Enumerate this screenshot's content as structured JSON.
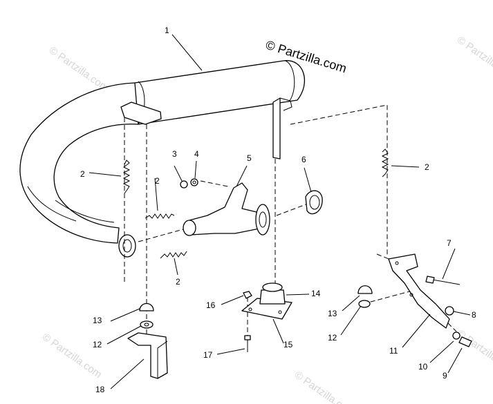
{
  "brand": {
    "text": "© Partzilla.com"
  },
  "watermarks": [
    "© Partzilla.com",
    "© Partzilla.com",
    "© Partzilla.com",
    "© Partzilla.com",
    "© Partzilla.com"
  ],
  "callouts": {
    "n1": "1",
    "n2a": "2",
    "n2b": "2",
    "n2c": "2",
    "n2d": "2",
    "n3": "3",
    "n4": "4",
    "n5": "5",
    "n6": "6",
    "n7": "7",
    "n8": "8",
    "n9": "9",
    "n10": "10",
    "n11": "11",
    "n12a": "12",
    "n12b": "12",
    "n13a": "13",
    "n13b": "13",
    "n14": "14",
    "n15": "15",
    "n16": "16",
    "n17": "17",
    "n18": "18"
  }
}
